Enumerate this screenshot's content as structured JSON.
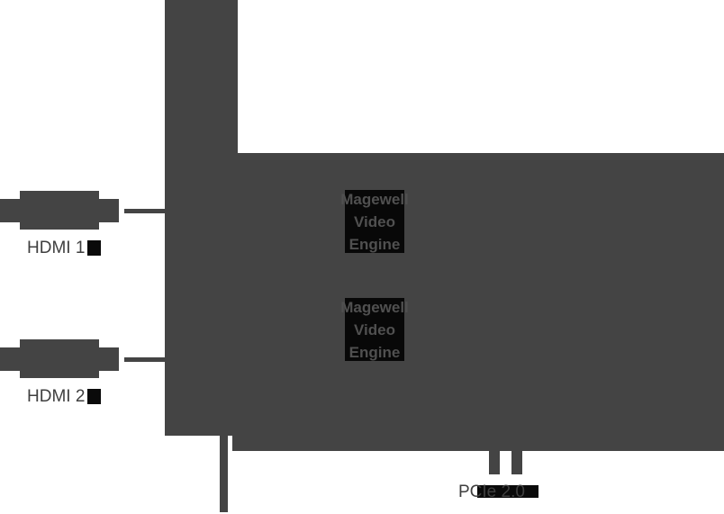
{
  "colors": {
    "board": "#444444",
    "chip": "#080808",
    "chip_text": "#505050",
    "label": "#3f3f3f",
    "label_highlight": "#0a0a0a"
  },
  "diagram": {
    "type": "hardware-architecture",
    "inputs": [
      {
        "label": "HDMI 1"
      },
      {
        "label": "HDMI 2"
      }
    ],
    "engines": [
      {
        "lines": [
          "Magewell",
          "Video",
          "Engine"
        ]
      },
      {
        "lines": [
          "Magewell",
          "Video",
          "Engine"
        ]
      }
    ],
    "bus": {
      "label": "PCIe 2.0"
    }
  }
}
